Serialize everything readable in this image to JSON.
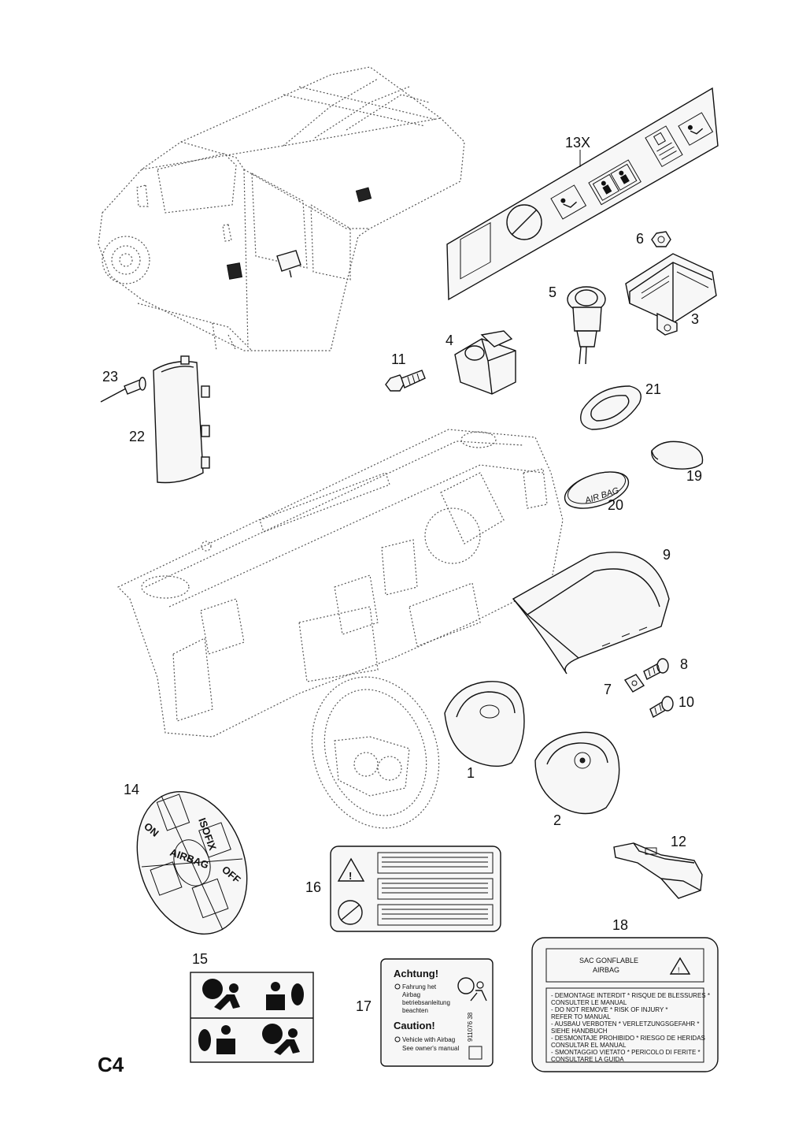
{
  "page_code": "C4",
  "callouts": {
    "p1": "1",
    "p2": "2",
    "p3": "3",
    "p4": "4",
    "p5": "5",
    "p6": "6",
    "p7": "7",
    "p8": "8",
    "p9": "9",
    "p10": "10",
    "p11": "11",
    "p12": "12",
    "p13": "13X",
    "p14": "14",
    "p15": "15",
    "p16": "16",
    "p17": "17",
    "p18": "18",
    "p19": "19",
    "p20": "20",
    "p21": "21",
    "p22": "22",
    "p23": "23"
  },
  "label_14": {
    "isofix": "ISOFIX",
    "on": "ON",
    "airbag": "AIRBAG",
    "off": "OFF"
  },
  "label_17": {
    "achtung": "Achtung!",
    "de_line1": "Fahrung het",
    "de_line2": "Airbag",
    "de_line3": "betriebsanleitung",
    "de_line4": "beachten",
    "caution": "Caution!",
    "en_line1": "Vehicle with Airbag",
    "en_line2": "See owner's manual",
    "code": "911076 38"
  },
  "label_18": {
    "title_1": "SAC GONFLABLE",
    "title_2": "AIRBAG",
    "lines": [
      "- DEMONTAGE INTERDIT * RISQUE DE BLESSURES *",
      "CONSULTER LE MANUAL",
      "- DO NOT REMOVE * RISK OF INJURY *",
      "REFER TO MANUAL",
      "- AUSBAU VERBOTEN * VERLETZUNGSGEFAHR *",
      "SIEHE HANDBUCH",
      "- DESMONTAJE PROHIBIDO * RIESGO DE HERIDAS",
      "CONSULTAR EL MANUAL",
      "- SMONTAGGIO VIETATO * PERICOLO DI FERITE *",
      "CONSULTARE LA GUIDA"
    ]
  },
  "label_20": "AIR BAG"
}
